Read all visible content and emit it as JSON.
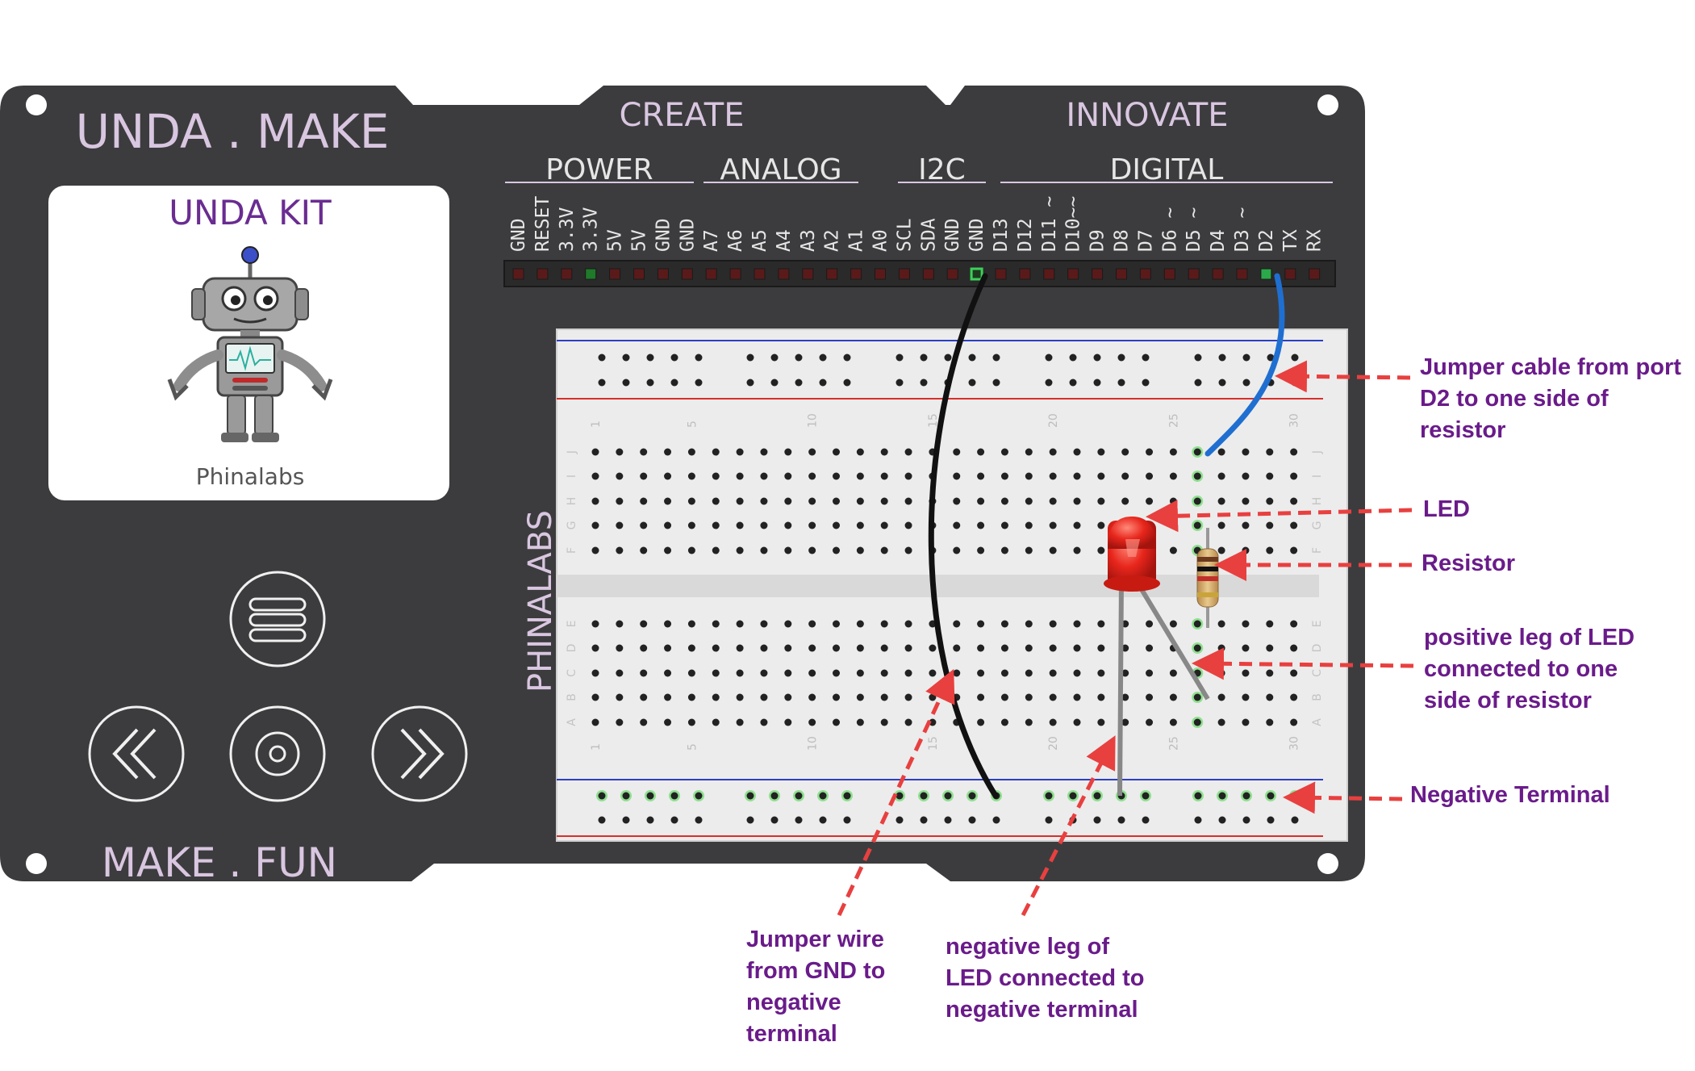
{
  "board": {
    "brand_top": "UNDA . MAKE",
    "brand_bottom": "MAKE . FUN",
    "create": "CREATE",
    "innovate": "INNOVATE",
    "screen": {
      "title": "UNDA KIT",
      "subtitle": "Phinalabs",
      "image": "robot-icon"
    },
    "groups": [
      {
        "label": "POWER",
        "pins": [
          "GND",
          "RESET",
          "3.3V",
          "3.3V",
          "5V",
          "5V",
          "GND",
          "GND"
        ]
      },
      {
        "label": "ANALOG",
        "pins": [
          "A7",
          "A6",
          "A5",
          "A4",
          "A3",
          "A2",
          "A1",
          "A0"
        ]
      },
      {
        "label": "I2C",
        "pins": [
          "SCL",
          "SDA",
          "GND",
          "GND"
        ]
      },
      {
        "label": "DIGITAL",
        "pins": [
          "D13",
          "D12",
          "D11 ~",
          "D10~~",
          "D9",
          "D8",
          "D7",
          "D6 ~",
          "D5 ~",
          "D4",
          "D3 ~",
          "D2",
          "TX",
          "RX"
        ]
      }
    ],
    "buttons": [
      "menu-button",
      "rewind-button",
      "center-button",
      "forward-button"
    ]
  },
  "breadboard": {
    "brand": "PHINALABS",
    "column_numbers": [
      "1",
      "5",
      "10",
      "15",
      "20",
      "25",
      "30"
    ],
    "top_rows": [
      "J",
      "I",
      "H",
      "G",
      "F"
    ],
    "bottom_rows": [
      "E",
      "D",
      "C",
      "B",
      "A"
    ]
  },
  "components": {
    "blue_wire": "D2 to row J column 26",
    "black_wire": "GND to negative rail",
    "led_color": "#e8261c",
    "resistor": "resistor"
  },
  "callouts": {
    "jumper_d2": [
      "Jumper cable from port",
      "D2 to one side of",
      "resistor"
    ],
    "led": [
      "LED"
    ],
    "resistor": [
      "Resistor"
    ],
    "positive_leg": [
      "positive leg of LED",
      "connected to one",
      "side of resistor"
    ],
    "negative_terminal": [
      "Negative Terminal"
    ],
    "jumper_gnd": [
      "Jumper wire",
      "from GND to",
      "negative",
      "terminal"
    ],
    "negative_leg": [
      "negative leg of",
      "LED connected to",
      "negative terminal"
    ]
  },
  "colors": {
    "board": "#3c3c3e",
    "callout_text": "#6a1b8a",
    "arrow": "#e8403f",
    "rail_red": "#d8302a",
    "rail_blue": "#2b3fc4",
    "wire_blue": "#1f6fd1",
    "wire_black": "#111111"
  }
}
